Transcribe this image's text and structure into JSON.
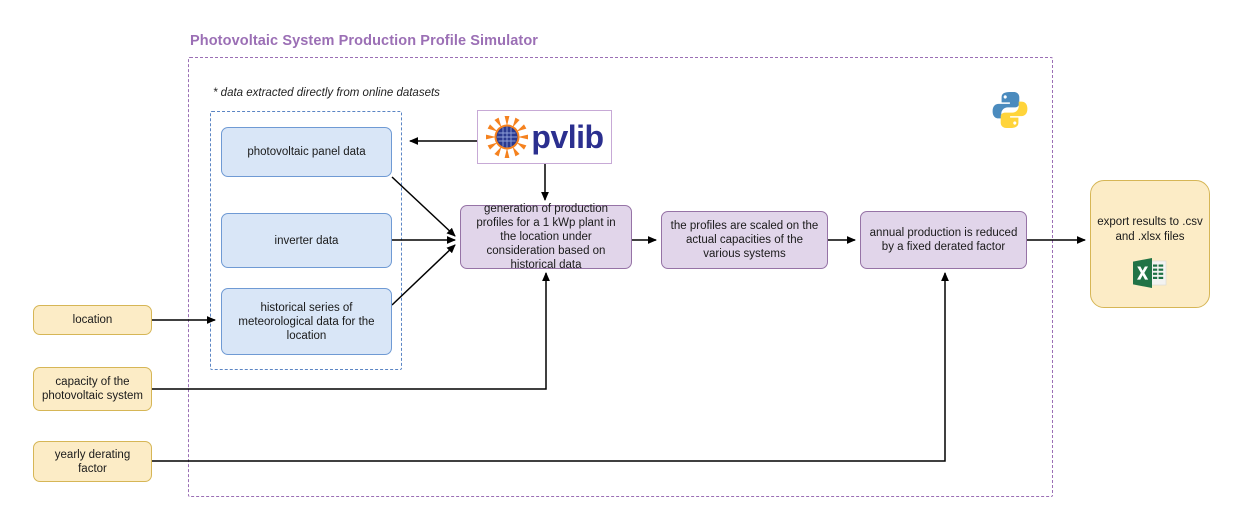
{
  "diagram": {
    "title": "Photovoltaic System Production Profile Simulator",
    "note": "* data extracted directly from online datasets",
    "colors": {
      "title": "#9b6fb5",
      "outer_group_border": "#9b6fb5",
      "inner_group_border": "#5b85c4",
      "data_fill": "#d9e6f7",
      "data_stroke": "#6f9ad4",
      "process_fill": "#e1d5ea",
      "process_stroke": "#9673a6",
      "input_fill": "#fcecc6",
      "input_stroke": "#d6b656",
      "excel_green": "#217346",
      "python_blue": "#4b8bbe",
      "python_yellow": "#ffd43b",
      "pvlib_text": "#2b2f8f",
      "pvlib_sun": "#f5821f"
    }
  },
  "data_sources": [
    {
      "id": "panel",
      "label": "photovoltaic panel data"
    },
    {
      "id": "inverter",
      "label": "inverter data"
    },
    {
      "id": "meteo",
      "label": "historical series of meteorological data for the location"
    }
  ],
  "inputs": [
    {
      "id": "location",
      "label": "location"
    },
    {
      "id": "capacity",
      "label": "capacity of the photovoltaic system"
    },
    {
      "id": "derating",
      "label": "yearly derating factor"
    }
  ],
  "processes": [
    {
      "id": "generation",
      "label": "generation of production profiles for a 1 kWp plant in the location under consideration based on historical data"
    },
    {
      "id": "scaling",
      "label": "the profiles are scaled on the actual capacities of the various systems"
    },
    {
      "id": "derate",
      "label": "annual production is reduced by a fixed derated factor"
    }
  ],
  "output": {
    "id": "export",
    "label": "export results to .csv and .xlsx files",
    "icon": "excel-icon"
  },
  "logos": {
    "pvlib": {
      "text": "pvlib",
      "icon": "pvlib-sun-icon"
    },
    "python": {
      "icon": "python-logo-icon"
    }
  }
}
